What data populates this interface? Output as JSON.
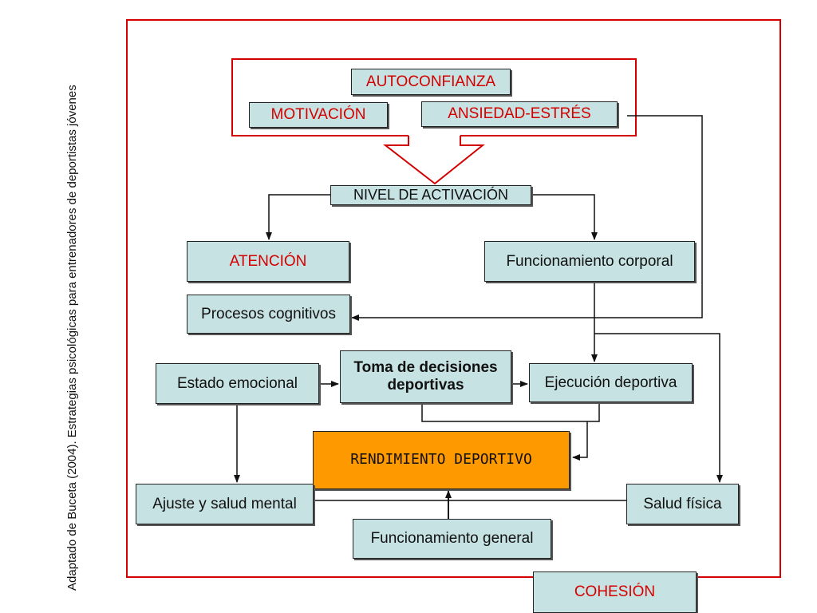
{
  "caption": "Adaptado de Buceta (2004). Estrategias psicológicas para entrenadores de deportistas jóvenes",
  "nodes": {
    "autoconfianza": "AUTOCONFIANZA",
    "motivacion": "MOTIVACIÓN",
    "ansiedad": "ANSIEDAD-ESTRÉS",
    "nivel_activacion": "NIVEL DE ACTIVACIÓN",
    "atencion": "ATENCIÓN",
    "funcionamiento_corporal": "Funcionamiento corporal",
    "procesos_cognitivos": "Procesos cognitivos",
    "estado_emocional": "Estado emocional",
    "toma_decisiones": "Toma de decisiones deportivas",
    "ejecucion_deportiva": "Ejecución deportiva",
    "rendimiento": "RENDIMIENTO DEPORTIVO",
    "ajuste_salud_mental": "Ajuste y salud mental",
    "salud_fisica": "Salud física",
    "funcionamiento_general": "Funcionamiento general",
    "cohesion": "COHESIÓN"
  },
  "colors": {
    "frame": "#d40000",
    "node_fill": "#c7e2e2",
    "highlight_fill": "#ff9900",
    "accent_text": "#d40000"
  }
}
